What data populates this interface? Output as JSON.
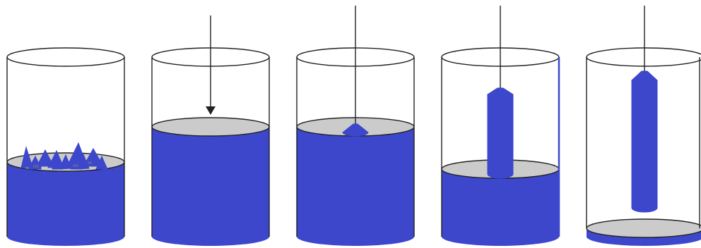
{
  "colors": {
    "melt": "#3d47cc",
    "crystal": "#3d47cc",
    "melt_surface": "#cbcbcb",
    "crucible_outline": "#222222",
    "rod": "#222222",
    "background": "#ffffff"
  },
  "stages": [
    {
      "name": "crucible-stage-1",
      "melt_level": 0.42,
      "contents": "polycrystalline-chunks",
      "rod": "none"
    },
    {
      "name": "crucible-stage-2",
      "melt_level": 0.6,
      "contents": "molten",
      "rod": "descending-seed-arrow"
    },
    {
      "name": "crucible-stage-3",
      "melt_level": 0.6,
      "contents": "molten",
      "rod": "seed-touching-melt"
    },
    {
      "name": "crucible-stage-4",
      "melt_level": 0.38,
      "contents": "molten",
      "rod": "growing-crystal"
    },
    {
      "name": "crucible-stage-5",
      "melt_level": 0.0,
      "contents": "empty",
      "rod": "finished-crystal"
    }
  ]
}
